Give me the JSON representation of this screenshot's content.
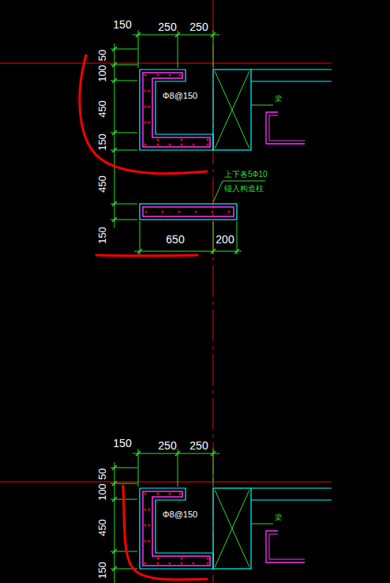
{
  "diagram": {
    "labels": [
      "150",
      "250",
      "250",
      "50",
      "100",
      "450",
      "150",
      "450",
      "150",
      "Φ8@150",
      "梁",
      "上下各5Φ10",
      "锚入构造柱",
      "650",
      "200",
      "150",
      "250",
      "250",
      "50",
      "100",
      "450",
      "150",
      "Φ8@150",
      "梁"
    ]
  }
}
